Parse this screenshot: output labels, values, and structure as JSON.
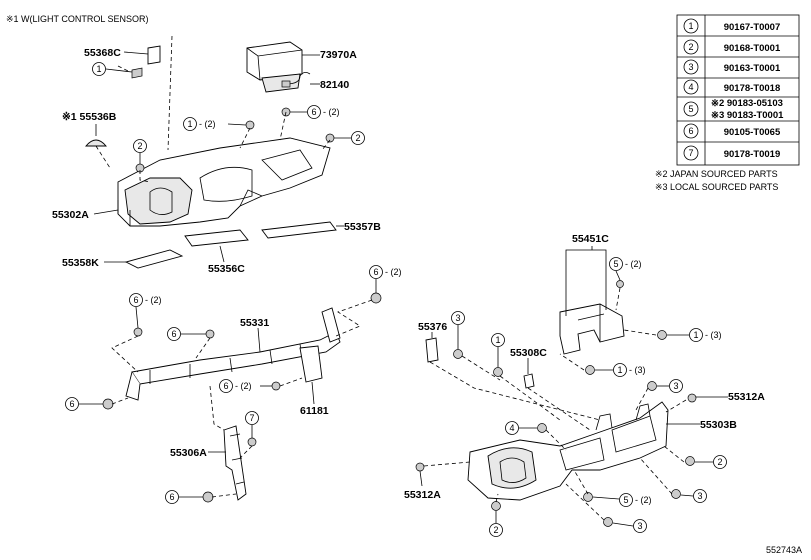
{
  "note_top": "※1  W(LIGHT CONTROL SENSOR)",
  "diagram_id": "552743A",
  "legend": [
    {
      "num": "1",
      "code": "90167-T0007"
    },
    {
      "num": "2",
      "code": "90168-T0001"
    },
    {
      "num": "3",
      "code": "90163-T0001"
    },
    {
      "num": "4",
      "code": "90178-T0018"
    },
    {
      "num": "5",
      "code": "※2 90183-05103",
      "code2": "※3 90183-T0001"
    },
    {
      "num": "6",
      "code": "90105-T0065"
    },
    {
      "num": "7",
      "code": "90178-T0019"
    }
  ],
  "footnotes": [
    "※2 JAPAN SOURCED PARTS",
    "※3 LOCAL SOURCED PARTS"
  ],
  "parts": {
    "p55368C": "55368C",
    "p73970A": "73970A",
    "p82140": "82140",
    "p55536B": "※1 55536B",
    "p55302A": "55302A",
    "p55357B": "55357B",
    "p55358K": "55358K",
    "p55356C": "55356C",
    "p55331": "55331",
    "p61181": "61181",
    "p55306A": "55306A",
    "p55451C": "55451C",
    "p55376": "55376",
    "p55308C": "55308C",
    "p55312A_r": "55312A",
    "p55303B": "55303B",
    "p55312A_l": "55312A"
  },
  "callouts": {
    "n1": "1",
    "n2": "2",
    "n3": "3",
    "n4": "4",
    "n5": "5",
    "n6": "6",
    "n7": "7",
    "qty2": "- (2)",
    "qty3": "- (3)"
  }
}
